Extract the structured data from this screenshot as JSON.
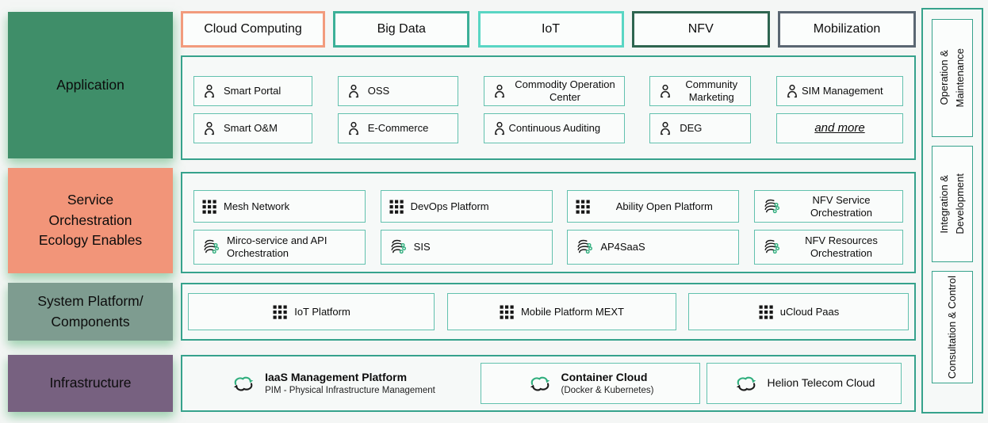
{
  "page": {
    "background": "#f4f6f5",
    "accent_teal": "#36a28c",
    "item_border": "#62c1ae",
    "accent_green_dot": "#2fae7d"
  },
  "left_sections": [
    {
      "label": "Application",
      "color": "#3f8e69"
    },
    {
      "label": "Service\nOrchestration\nEcology Enables",
      "color": "#f29579"
    },
    {
      "label": "System Platform/\nComponents",
      "color": "#7e9c90"
    },
    {
      "label": "Infrastructure",
      "color": "#776180"
    }
  ],
  "tabs": [
    {
      "label": "Cloud Computing",
      "border": "#f29b7d"
    },
    {
      "label": "Big Data",
      "border": "#3cb098"
    },
    {
      "label": "IoT",
      "border": "#59d6c4"
    },
    {
      "label": "NFV",
      "border": "#2e6550"
    },
    {
      "label": "Mobilization",
      "border": "#5a6672"
    }
  ],
  "application": {
    "items": [
      {
        "label": "Smart Portal",
        "icon": "user-icon"
      },
      {
        "label": "OSS",
        "icon": "user-icon"
      },
      {
        "label": "Commodity Operation Center",
        "icon": "user-icon"
      },
      {
        "label": "Community Marketing",
        "icon": "user-icon"
      },
      {
        "label": "SIM Management",
        "icon": "user-icon"
      },
      {
        "label": "Smart O&M",
        "icon": "user-icon"
      },
      {
        "label": "E-Commerce",
        "icon": "user-icon"
      },
      {
        "label": "Continuous Auditing",
        "icon": "user-icon"
      },
      {
        "label": "DEG",
        "icon": "user-icon"
      },
      {
        "label": "and more",
        "icon": "none"
      }
    ]
  },
  "service_orchestration": {
    "items": [
      {
        "label": "Mesh Network",
        "icon": "grid-icon"
      },
      {
        "label": "DevOps Platform",
        "icon": "grid-icon"
      },
      {
        "label": "Ability Open Platform",
        "icon": "grid-icon"
      },
      {
        "label": "NFV Service Orchestration",
        "icon": "orchestration-icon"
      },
      {
        "label": "Mirco-service and API Orchestration",
        "icon": "orchestration-icon"
      },
      {
        "label": "SIS",
        "icon": "orchestration-icon"
      },
      {
        "label": "AP4SaaS",
        "icon": "orchestration-icon"
      },
      {
        "label": "NFV Resources Orchestration",
        "icon": "orchestration-icon"
      }
    ]
  },
  "system_platform": {
    "items": [
      {
        "label": "IoT Platform",
        "icon": "grid-icon"
      },
      {
        "label": "Mobile Platform MEXT",
        "icon": "grid-icon"
      },
      {
        "label": "uCloud Paas",
        "icon": "grid-icon"
      }
    ]
  },
  "infrastructure": {
    "items": [
      {
        "title": "IaaS Management Platform",
        "subtitle": "PIM - Physical Infrastructure Management",
        "icon": "cloud-sync-icon"
      },
      {
        "title": "Container Cloud",
        "subtitle": "(Docker & Kubernetes)",
        "icon": "cloud-sync-icon"
      },
      {
        "title": "Helion Telecom Cloud",
        "subtitle": "",
        "icon": "cloud-sync-icon"
      }
    ]
  },
  "right_sections": [
    {
      "label": "Operation &\nMaintenance"
    },
    {
      "label": "Integration &\nDevelopment"
    },
    {
      "label": "Consultation & Control"
    }
  ]
}
